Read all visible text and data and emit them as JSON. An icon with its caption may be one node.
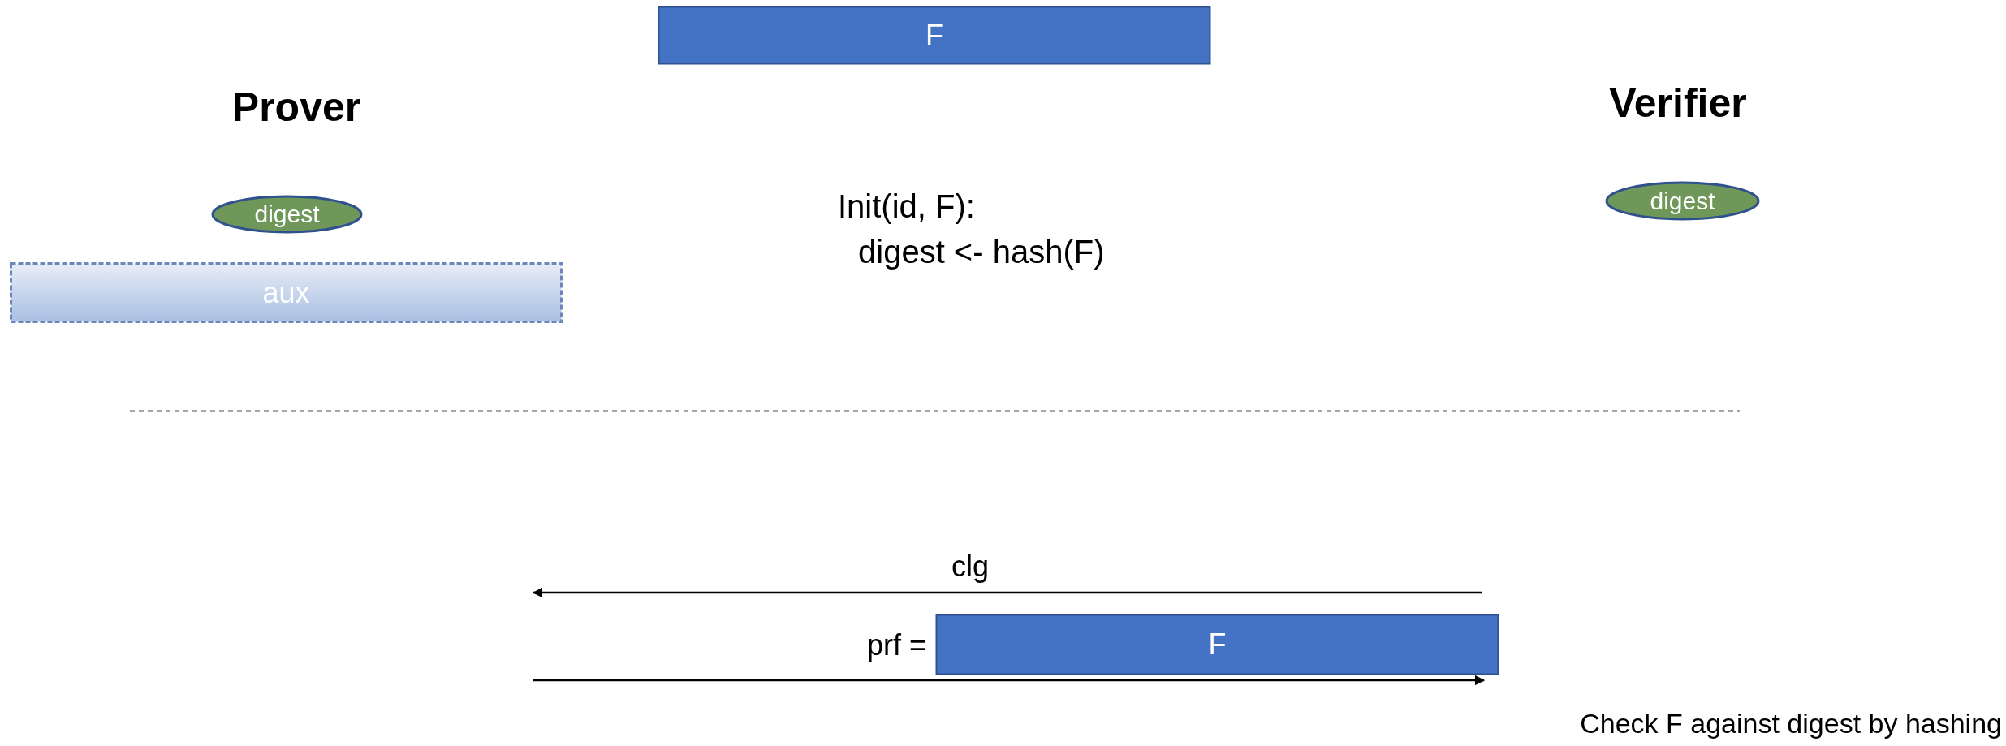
{
  "diagram": {
    "nodes": [
      {
        "text": [
          "F"
        ]
      },
      {
        "text": [
          "digest"
        ]
      },
      {
        "text": [
          "aux"
        ]
      },
      {
        "text": [
          "digest"
        ]
      },
      {
        "text": [
          "F"
        ]
      }
    ],
    "labels": [
      "Prover",
      "Verifier",
      "Init(id, F):",
      "digest <- hash(F)",
      "clg",
      "prf =",
      "Check F against digest by hashing"
    ]
  }
}
